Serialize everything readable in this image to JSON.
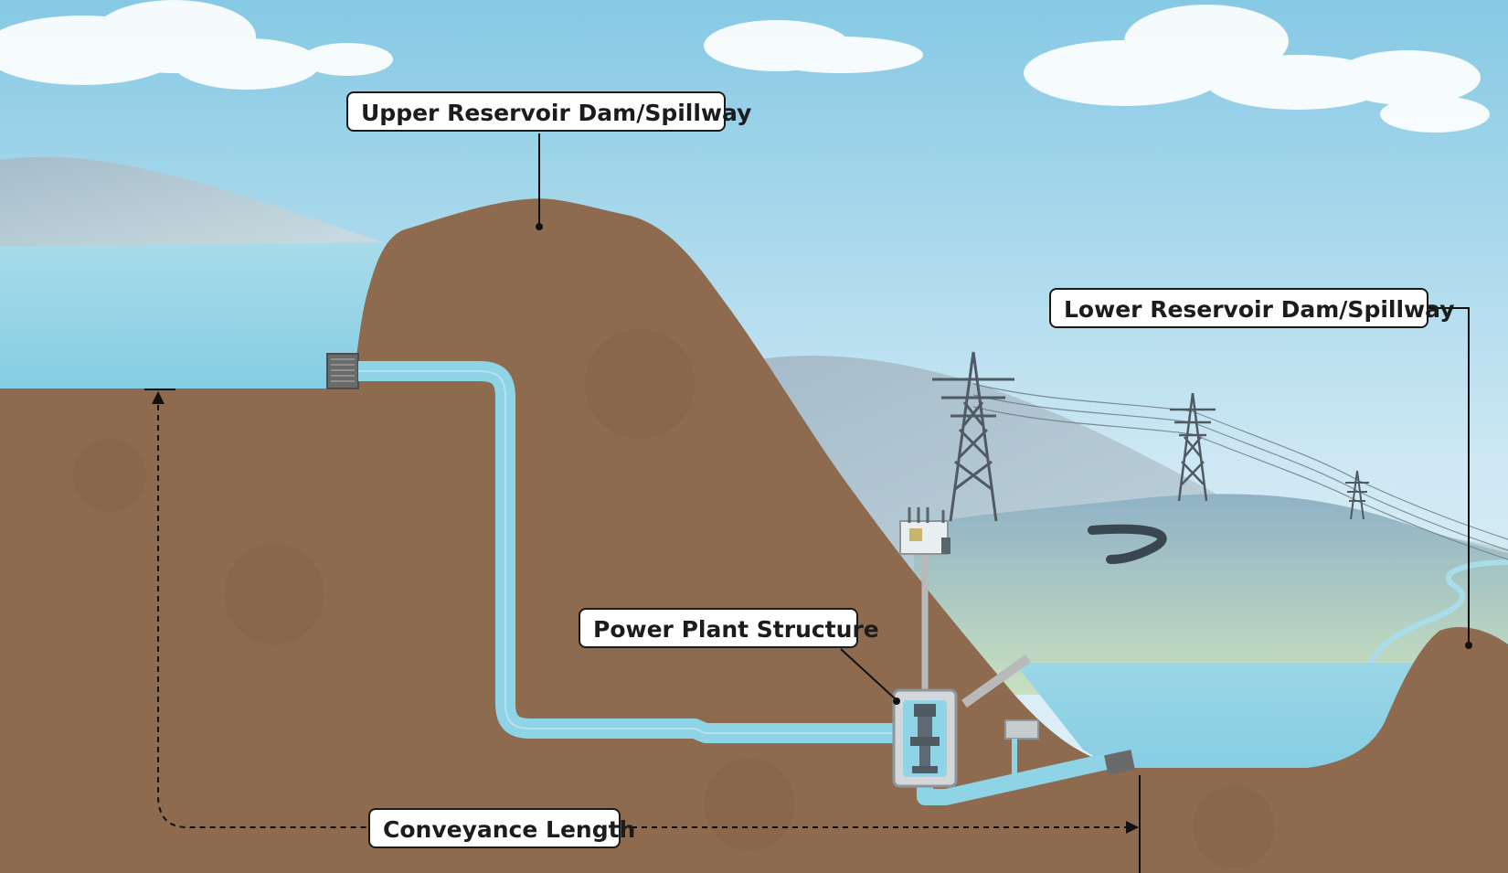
{
  "labels": {
    "upper_reservoir": "Upper Reservoir Dam/Spillway",
    "lower_reservoir": "Lower Reservoir Dam/Spillway",
    "power_plant": "Power Plant Structure",
    "conveyance": "Conveyance Length"
  },
  "colors": {
    "sky_top": "#8fcde6",
    "sky_bottom": "#d8eef7",
    "water": "#8fd3e6",
    "earth": "#8e6a4e",
    "far_hills": "#9fb8c8",
    "green_hills": "#b6d2b2",
    "leader_line": "#111111",
    "callout_fill": "#ffffff"
  }
}
